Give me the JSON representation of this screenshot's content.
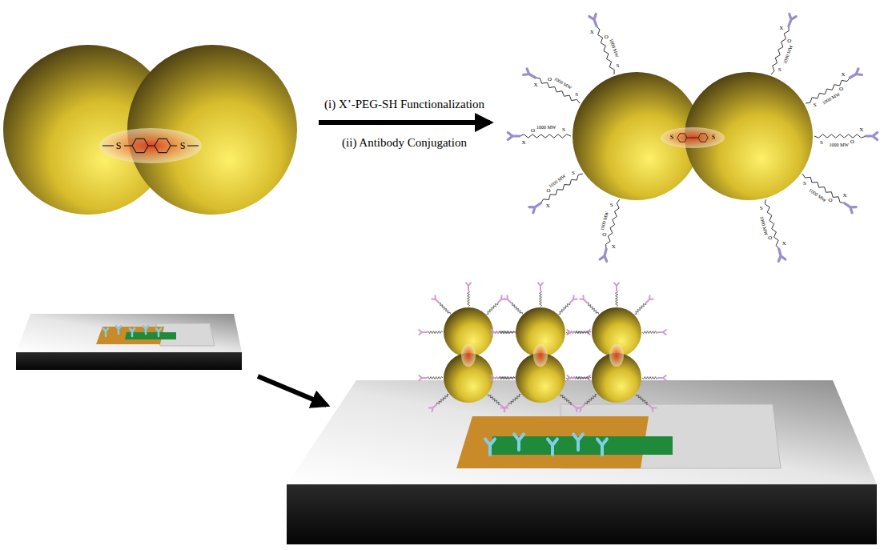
{
  "diagram": {
    "labels": [
      "(i) X’-PEG-SH Functionalization",
      "(ii) Antibody Conjugation",
      "S",
      "S",
      "S",
      "S",
      "S",
      "1000 MW",
      "O",
      "X",
      "S",
      "1000 MW",
      "O",
      "X",
      "S",
      "1000 MW",
      "O",
      "X",
      "S",
      "1000 MW",
      "O",
      "X",
      "S",
      "1000 MW",
      "O",
      "X",
      "S",
      "1000 MW",
      "O",
      "X",
      "S",
      "1000 MW",
      "O",
      "X",
      "S",
      "1000 MW",
      "O",
      "X",
      "S",
      "1000 MW",
      "O",
      "X",
      "S",
      "1000 MW",
      "O",
      "X"
    ]
  }
}
